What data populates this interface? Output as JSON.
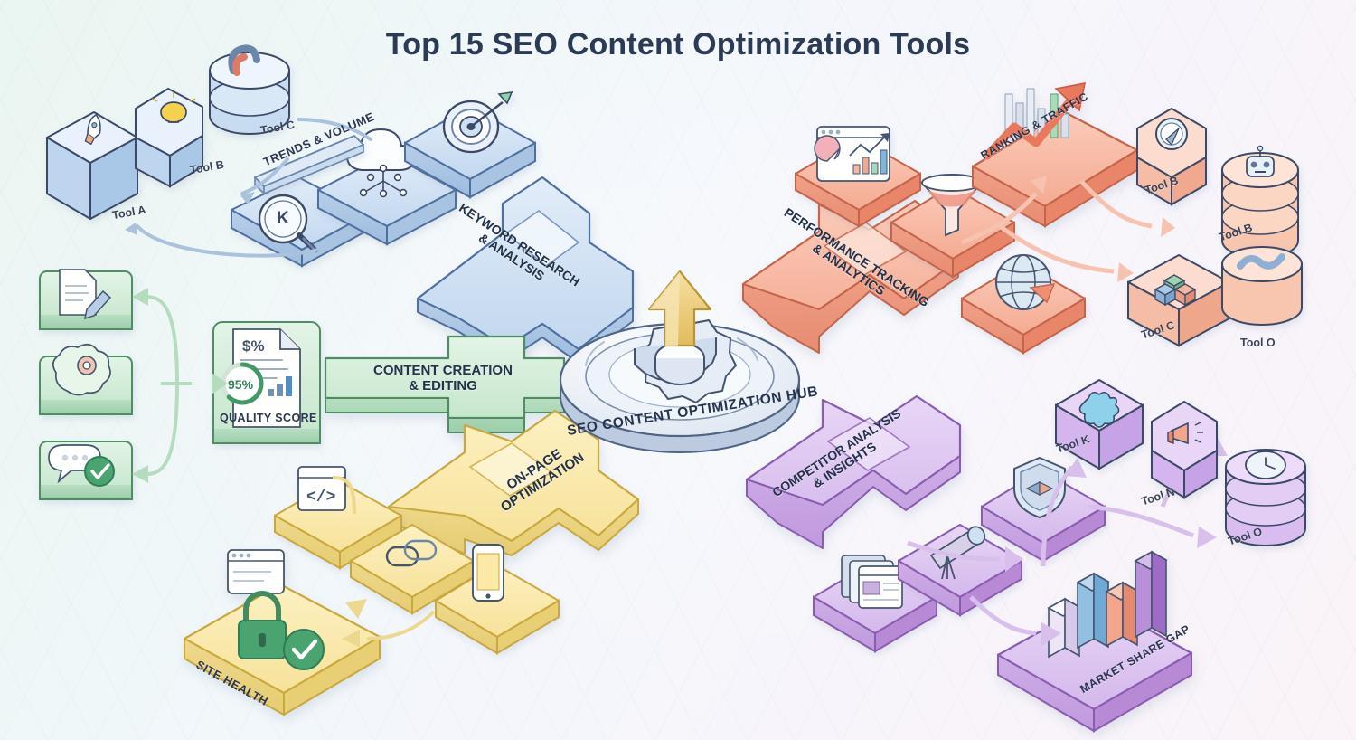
{
  "page": {
    "title": "Top 15 SEO Content Optimization Tools",
    "background_colors": [
      "#eaf6f1",
      "#f2f7fb",
      "#f7f5fb",
      "#faf3f8"
    ]
  },
  "hub": {
    "label": "SEO CONTENT OPTIMIZATION HUB",
    "center_icon": "gear-icon",
    "arrow_icon": "up-arrow-icon",
    "arrow_color": "#e9c469",
    "disc_color": "#dfe7f2"
  },
  "branches": [
    {
      "id": "keyword-research",
      "label": "KEYWORD RESEARCH\n& ANALYSIS",
      "color": "#cfe0f3",
      "edge": "#4e6f9e",
      "tools": [
        {
          "icon": "magnifier-k-icon",
          "glyph": "K"
        },
        {
          "icon": "cloud-network-icon"
        },
        {
          "icon": "target-dart-icon"
        }
      ],
      "sub_label": "TRENDS & VOLUME",
      "objects": [
        {
          "name": "Tool A",
          "icon": "rocket-icon",
          "shape": "cube"
        },
        {
          "name": "Tool B",
          "icon": "lightbulb-icon",
          "shape": "hexagon"
        },
        {
          "name": "Tool C",
          "icon": "magnet-icon",
          "shape": "cylinder"
        }
      ]
    },
    {
      "id": "content-creation",
      "label": "CONTENT CREATION\n& EDITING",
      "color": "#d4ecd8",
      "edge": "#4f8d62",
      "tools": [
        {
          "icon": "document-pencil-icon"
        },
        {
          "icon": "brain-gear-icon"
        },
        {
          "icon": "chat-check-icon"
        }
      ],
      "panel": {
        "label": "QUALITY SCORE",
        "score": "95%",
        "icon": "score-document-icon"
      }
    },
    {
      "id": "on-page-optimization",
      "label": "ON-PAGE\nOPTIMIZATION",
      "color": "#f7e6a8",
      "edge": "#c9a83d",
      "tools": [
        {
          "icon": "code-window-icon"
        },
        {
          "icon": "link-chain-icon"
        },
        {
          "icon": "mobile-phone-icon"
        }
      ],
      "panel": {
        "label": "SITE HEALTH",
        "icons": [
          "browser-icon",
          "lock-icon",
          "check-circle-icon"
        ]
      }
    },
    {
      "id": "performance-tracking",
      "label": "PERFORMANCE TRACKING\n& ANALYTICS",
      "color": "#f7b7a3",
      "edge": "#c4654b",
      "tools": [
        {
          "icon": "analytics-dashboard-icon"
        },
        {
          "icon": "funnel-icon"
        },
        {
          "icon": "globe-arrow-icon"
        }
      ],
      "panel": {
        "label": "RANKING & TRAFFIC",
        "icon": "growth-chart-icon"
      },
      "objects": [
        {
          "name": "Tool B",
          "icon": "compass-icon",
          "shape": "hexagon"
        },
        {
          "name": "Tool B",
          "icon": "robot-icon",
          "shape": "cylinder"
        },
        {
          "name": "Tool C",
          "icon": "cubes-stack-icon",
          "shape": "box"
        },
        {
          "name": "Tool O",
          "icon": "wave-icon",
          "shape": "cylinder"
        }
      ]
    },
    {
      "id": "competitor-analysis",
      "label": "COMPETITOR ANALYSIS\n& INSIGHTS",
      "color": "#dcc3ef",
      "edge": "#8a5bb0",
      "tools": [
        {
          "icon": "stacked-windows-icon"
        },
        {
          "icon": "telescope-icon"
        },
        {
          "icon": "shield-arrows-icon"
        }
      ],
      "panel": {
        "label": "MARKET SHARE GAP",
        "icon": "bar-chart-icon"
      },
      "objects": [
        {
          "name": "Tool K",
          "icon": "puzzle-icon",
          "shape": "box"
        },
        {
          "name": "Tool N",
          "icon": "megaphone-icon",
          "shape": "hexagon"
        },
        {
          "name": "Tool O",
          "icon": "clock-icon",
          "shape": "cylinder"
        }
      ]
    }
  ]
}
